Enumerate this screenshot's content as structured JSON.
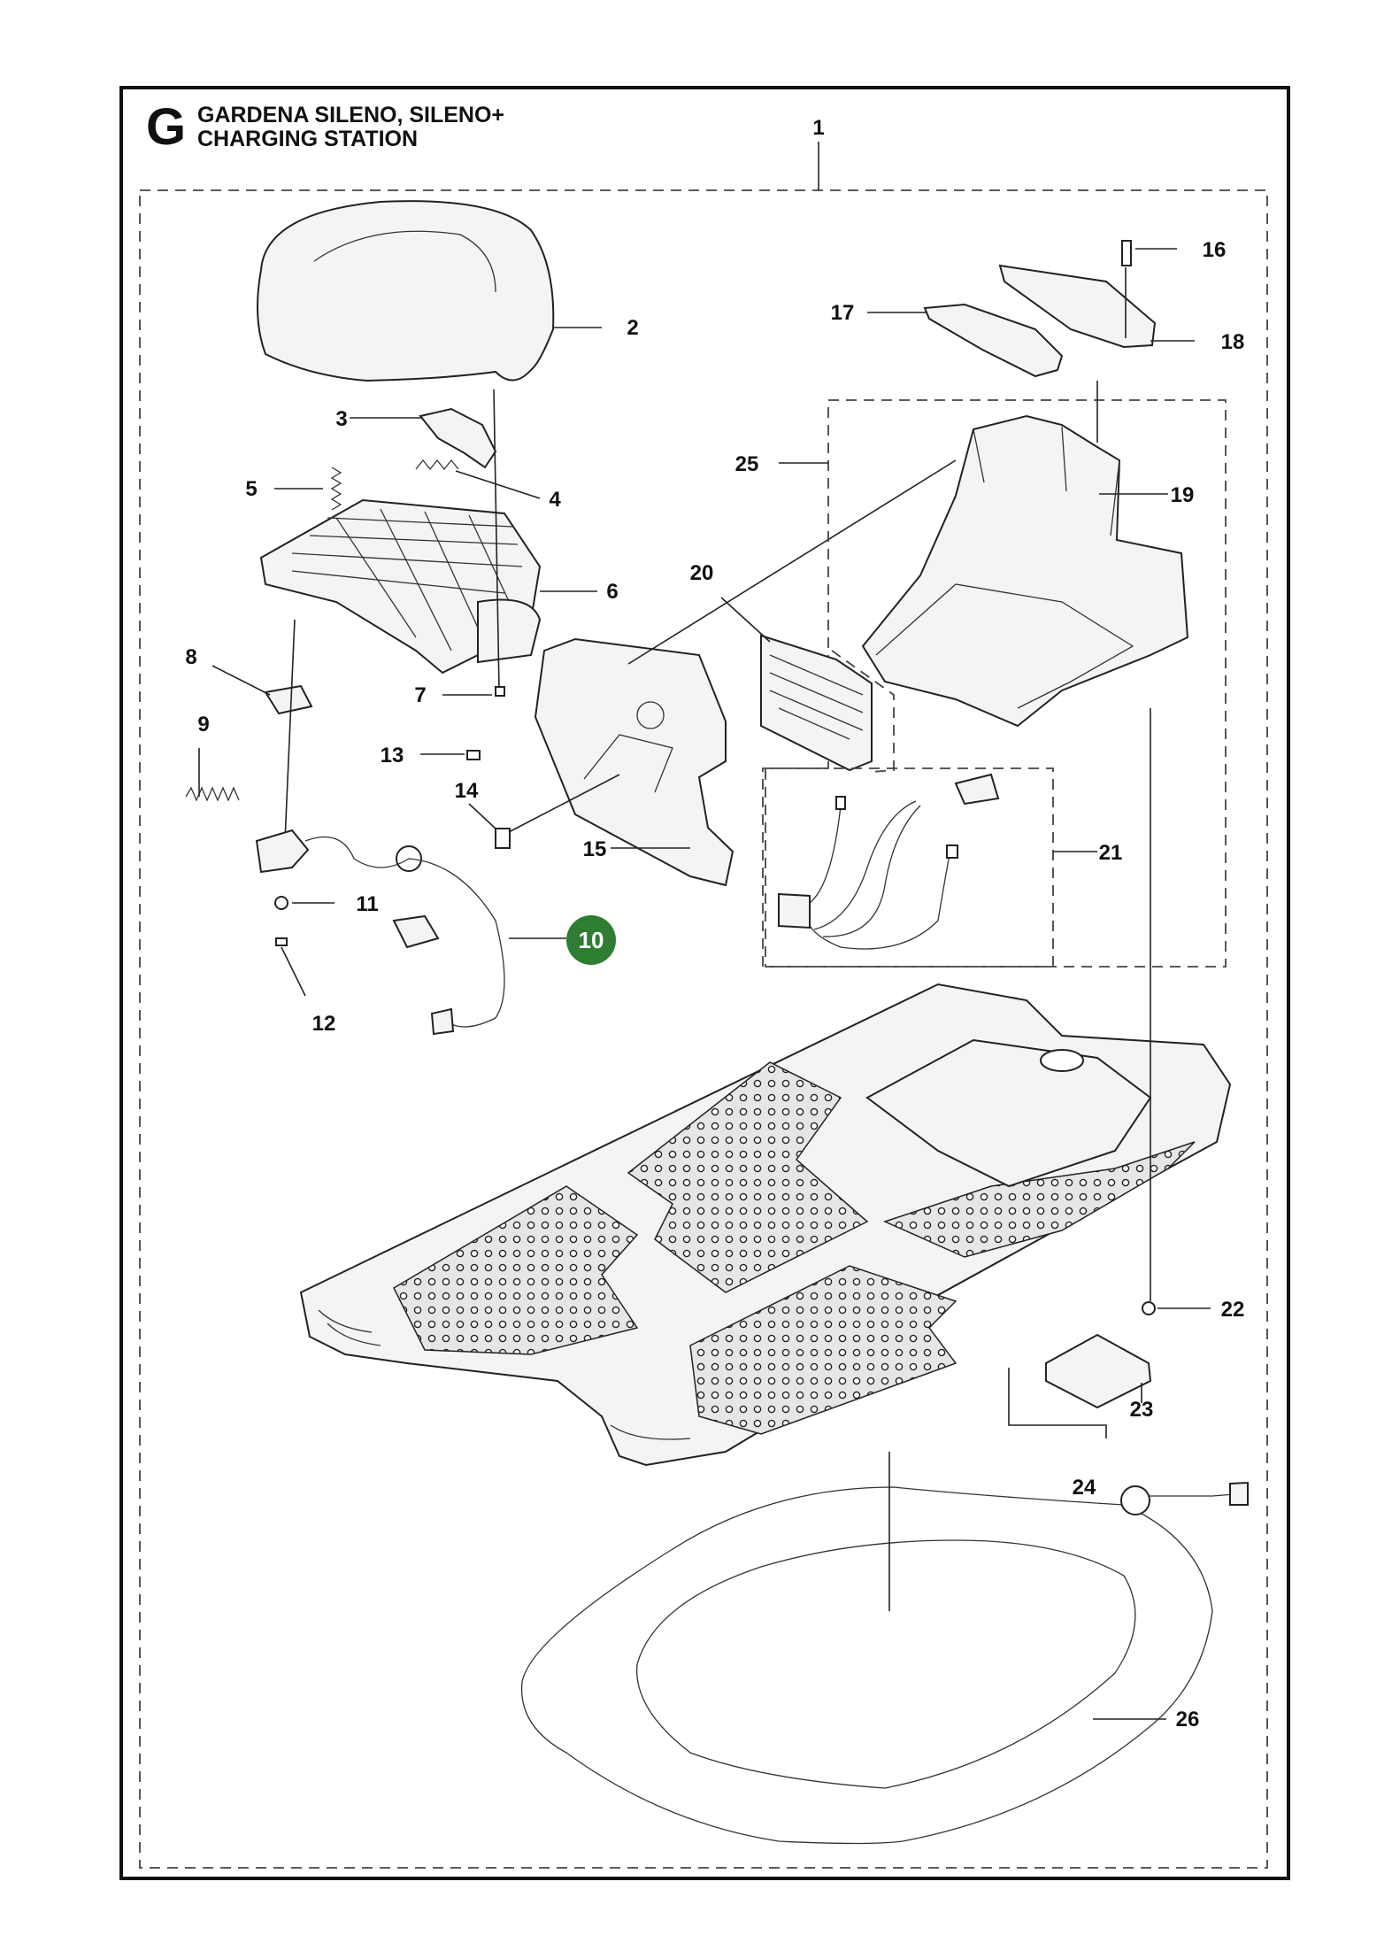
{
  "header": {
    "section_letter": "G",
    "title_line1": "GARDENA SILENO, SILENO+",
    "title_line2": "CHARGING STATION"
  },
  "callouts": {
    "c1": "1",
    "c2": "2",
    "c3": "3",
    "c4": "4",
    "c5": "5",
    "c6": "6",
    "c7": "7",
    "c8": "8",
    "c9": "9",
    "c10": "10",
    "c11": "11",
    "c12": "12",
    "c13": "13",
    "c14": "14",
    "c15": "15",
    "c16": "16",
    "c17": "17",
    "c18": "18",
    "c19": "19",
    "c20": "20",
    "c21": "21",
    "c22": "22",
    "c23": "23",
    "c24": "24",
    "c25": "25",
    "c26": "26"
  },
  "highlight": {
    "callout": "10",
    "color": "#2e7d32"
  }
}
